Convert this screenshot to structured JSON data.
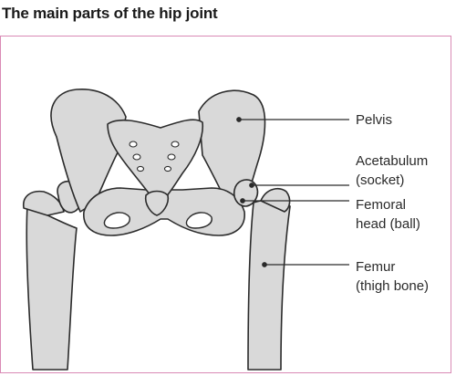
{
  "title": "The main parts of the hip joint",
  "colors": {
    "frame_border": "#d98ab5",
    "bone_fill": "#d9d9d9",
    "outline": "#2b2b2b",
    "text": "#2a2a2a"
  },
  "labels": {
    "pelvis": "Pelvis",
    "acetabulum_line1": "Acetabulum",
    "acetabulum_line2": "(socket)",
    "femoral_head_line1": "Femoral",
    "femoral_head_line2": "head (ball)",
    "femur_line1": "Femur",
    "femur_line2": "(thigh bone)"
  }
}
